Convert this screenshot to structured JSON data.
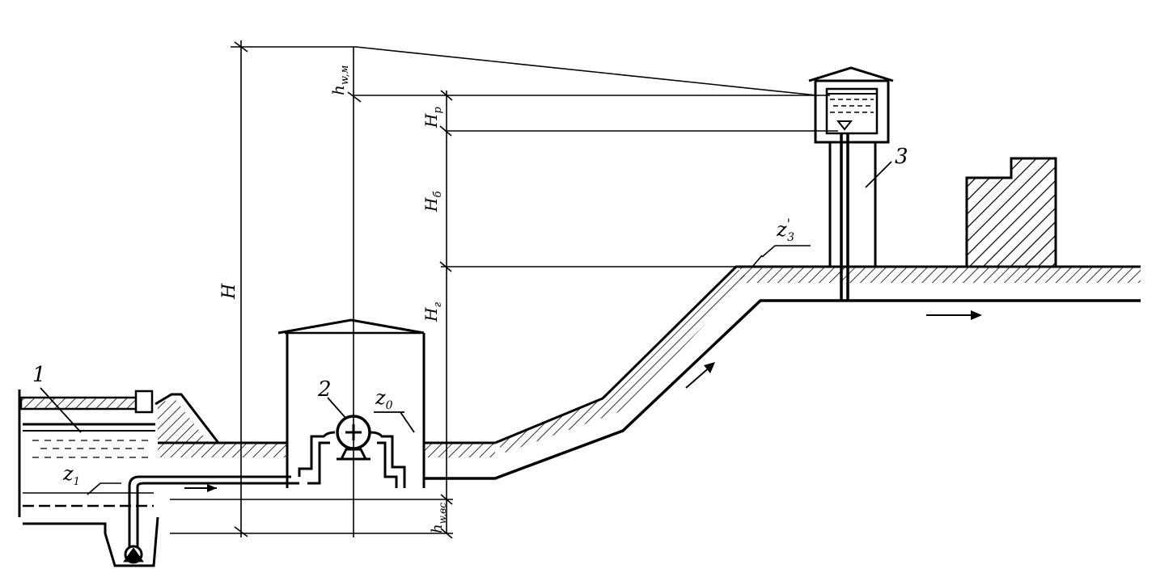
{
  "colors": {
    "ink": "#000000",
    "paper": "#ffffff"
  },
  "labels": {
    "item_1": "1",
    "item_2": "2",
    "item_3": "3",
    "z1": {
      "main": "z",
      "sub": "1"
    },
    "z0": {
      "main": "z",
      "sub": "0"
    },
    "z3": {
      "main": "z",
      "prime": "'",
      "sub": "3"
    },
    "H": "H",
    "hw_delivery": {
      "main": "h",
      "sub": "w,м"
    },
    "Hp": {
      "main": "H",
      "sub": "p"
    },
    "H_tower": {
      "main": "H",
      "sub": "б"
    },
    "Hr": {
      "main": "H",
      "sub": "г"
    },
    "hw_suction": {
      "main": "h",
      "sub": "w,вс"
    }
  }
}
